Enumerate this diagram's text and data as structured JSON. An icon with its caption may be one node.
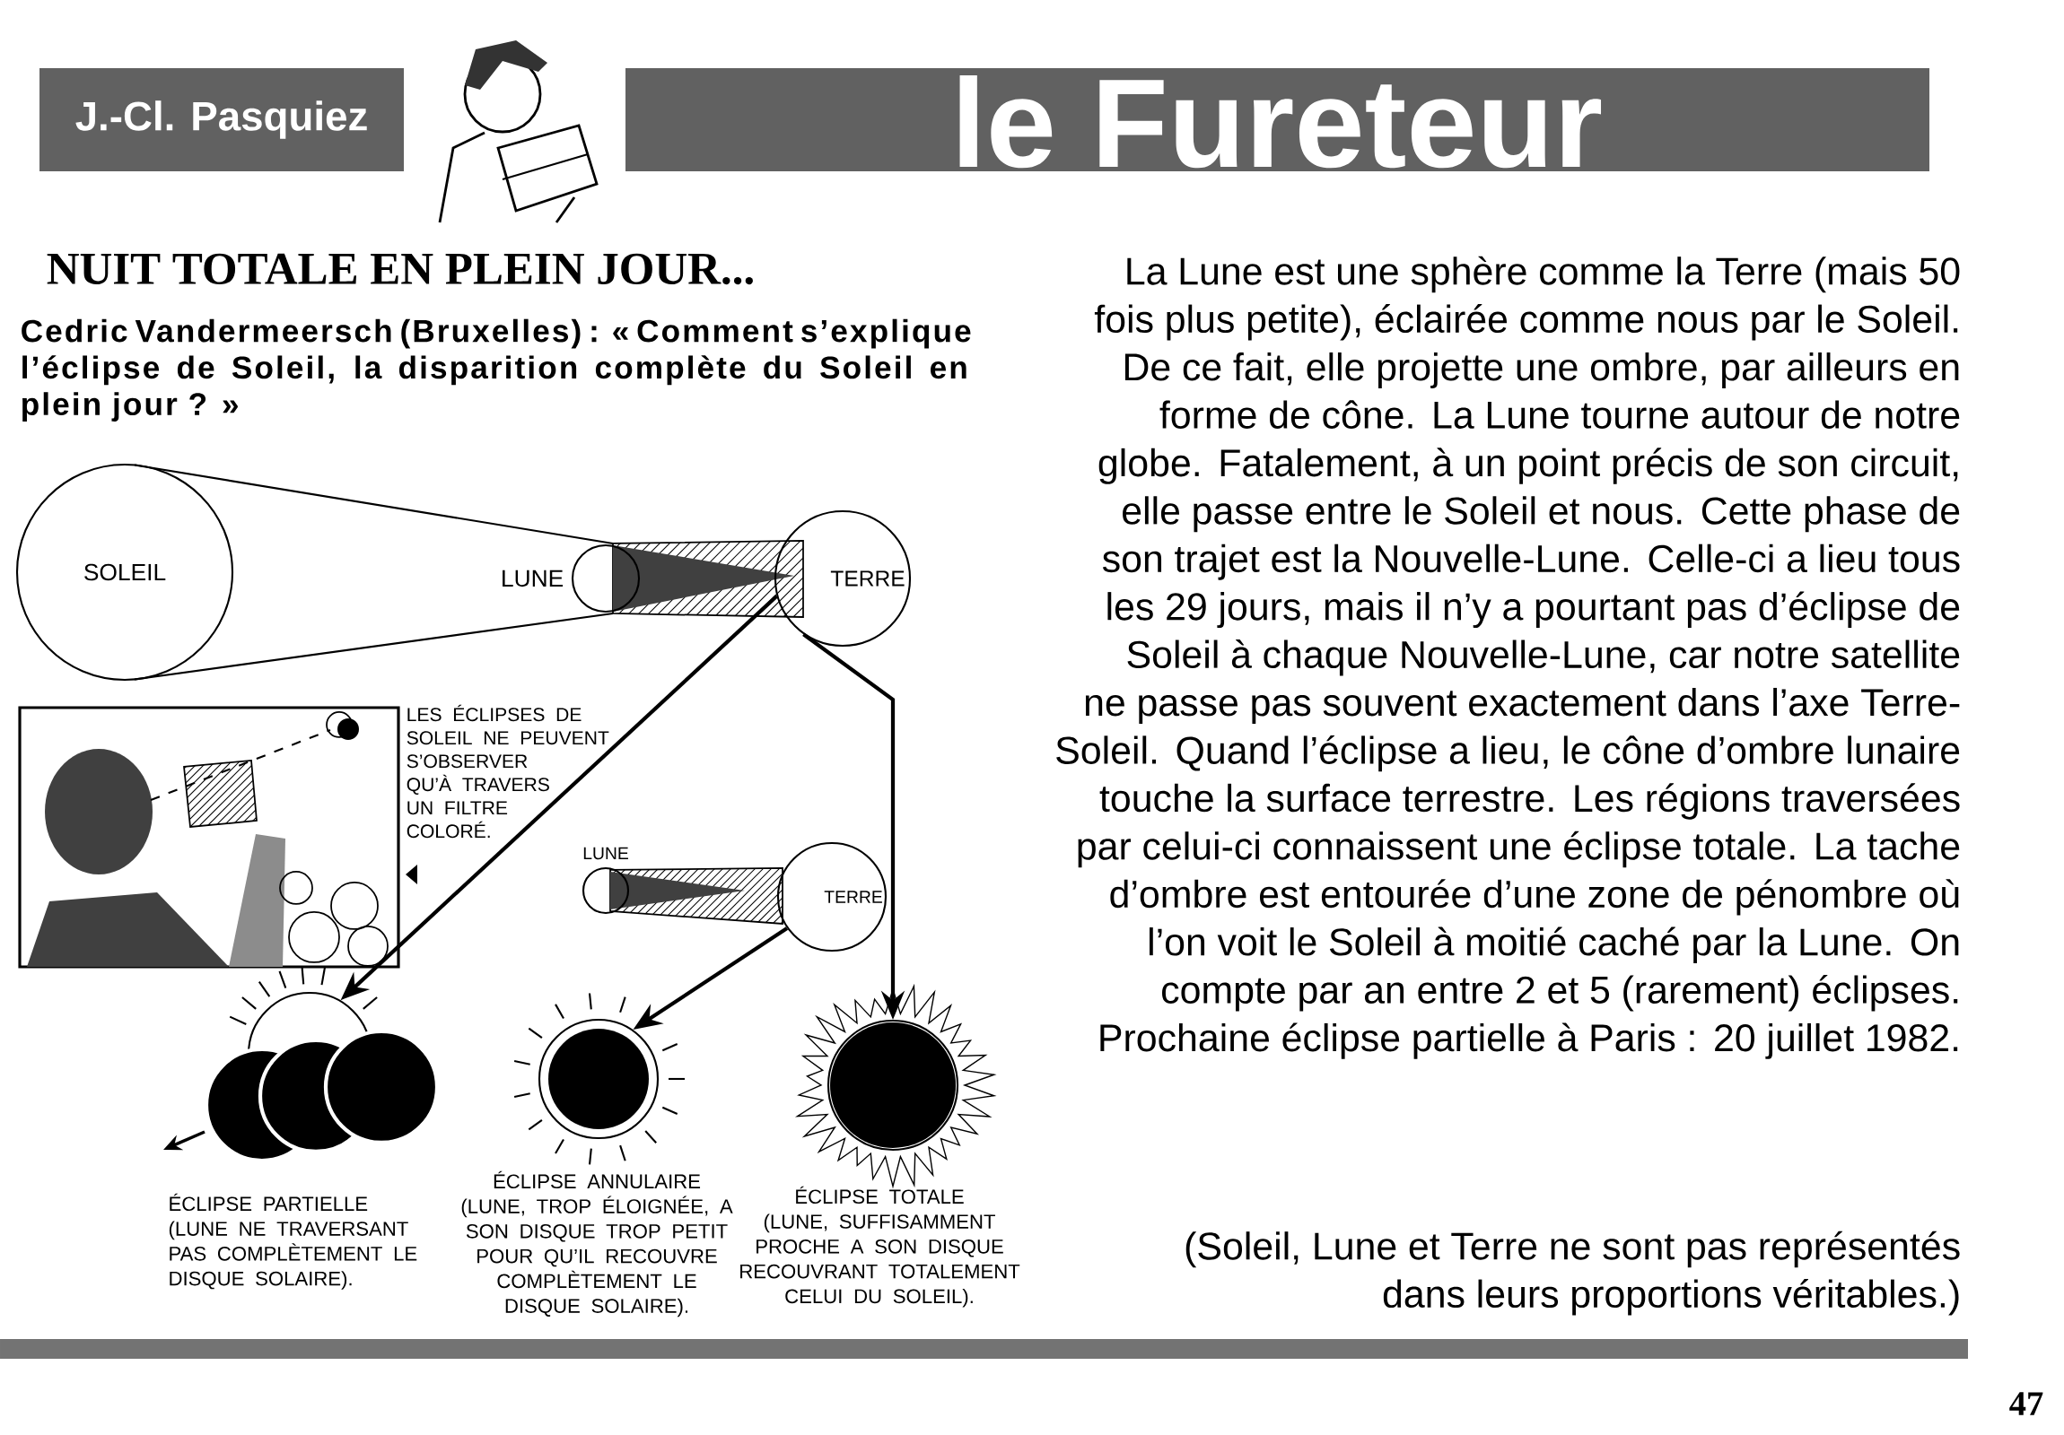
{
  "diagram": {
    "title": "NUIT TOTALE EN PLEIN JOUR...",
    "nodes": [
      {
        "text": [
          "SOLEIL"
        ]
      },
      {
        "text": [
          "LUNE"
        ]
      },
      {
        "text": [
          "TERRE"
        ]
      },
      {
        "text": [
          "LUNE"
        ]
      },
      {
        "text": [
          "TERRE"
        ]
      },
      {
        "text": [],
        "shape": "circle",
        "beside": [
          "ÉCLIPSE PARTIELLE (LUNE NE TRAVERSANT PAS COMPLÈTEMENT LE DISQUE SOLAIRE)."
        ]
      },
      {
        "text": [],
        "shape": "circle",
        "beside": [
          "ÉCLIPSE ANNULAIRE (LUNE, TROP ÉLOIGNÉE, A SON DISQUE TROP PETIT POUR QU’IL RECOUVRE COMPLÈTEMENT LE DISQUE SOLAIRE)."
        ]
      },
      {
        "text": [],
        "shape": "circle",
        "beside": [
          "ÉCLIPSE TOTALE (LUNE, SUFFISAMMENT PROCHE A SON DISQUE RECOUVRANT TOTALEMENT CELUI DU SOLEIL)."
        ]
      }
    ],
    "edges": [
      {
        "from": 2,
        "to": 5,
        "arrow": "to"
      },
      {
        "from": 2,
        "to": 7,
        "arrow": "to"
      },
      {
        "from": 4,
        "to": 6,
        "arrow": "to"
      }
    ],
    "labels": [
      "J.-Cl. Pasquiez",
      "le Fureteur",
      "Cedric Vandermeersch (Bruxelles) : « Comment s’explique l’éclipse de Soleil, la disparition complète du Soleil en plein jour ? »",
      "LES ÉCLIPSES DE SOLEIL NE PEUVENT S’OBSERVER QU’À TRAVERS UN FILTRE COLORÉ.",
      "La Lune est une sphère comme la Terre (mais 50 fois plus petite), éclairée comme nous par le Soleil. De ce fait, elle projette une ombre, par ailleurs en forme de cône. La Lune tourne autour de notre globe. Fatalement, à un point précis de son circuit, elle passe entre le Soleil et nous. Cette phase de son trajet est la Nouvelle-Lune. Celle-ci a lieu tous les 29 jours, mais il n’y a pourtant pas d’éclipse de Soleil à chaque Nouvelle-Lune, car notre satellite ne passe pas souvent exactement dans l’axe Terre-Soleil. Quand l’éclipse a lieu, le cône d’ombre lunaire touche la surface terrestre. Les régions traversées par celui-ci connaissent une éclipse totale. La tache d’ombre est entourée d’une zone de pénombre où l’on voit le Soleil à moitié caché par la Lune. On compte par an entre 2 et 5 (rarement) éclipses. Prochaine éclipse partielle à Paris : 20 juillet 1982.",
      "(Soleil, Lune et Terre ne sont pas représentés dans leurs proportions véritables.)",
      "47"
    ]
  }
}
